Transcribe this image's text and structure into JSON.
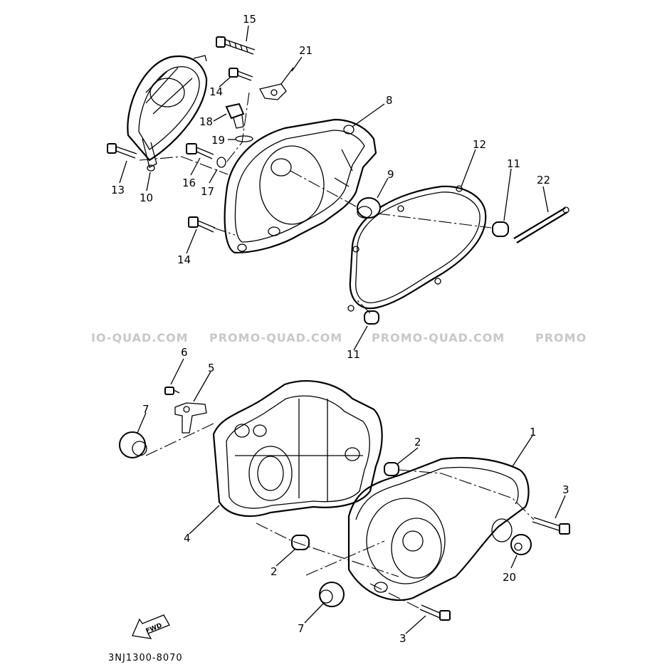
{
  "diagram": {
    "code": "3NJ1300-8070",
    "fwd_label": "FWD",
    "watermark": [
      "IO-QUAD.COM",
      "PROMO-QUAD.COM",
      "PROMO-QUAD.COM",
      "PROMO"
    ],
    "parts": [
      {
        "id": "p15",
        "label": "15"
      },
      {
        "id": "p21",
        "label": "21"
      },
      {
        "id": "p14a",
        "label": "14"
      },
      {
        "id": "p8",
        "label": "8"
      },
      {
        "id": "p18",
        "label": "18"
      },
      {
        "id": "p19",
        "label": "19"
      },
      {
        "id": "p13",
        "label": "13"
      },
      {
        "id": "p10",
        "label": "10"
      },
      {
        "id": "p16",
        "label": "16"
      },
      {
        "id": "p17",
        "label": "17"
      },
      {
        "id": "p9",
        "label": "9"
      },
      {
        "id": "p12",
        "label": "12"
      },
      {
        "id": "p11a",
        "label": "11"
      },
      {
        "id": "p22",
        "label": "22"
      },
      {
        "id": "p14b",
        "label": "14"
      },
      {
        "id": "p11b",
        "label": "11"
      },
      {
        "id": "p6",
        "label": "6"
      },
      {
        "id": "p5",
        "label": "5"
      },
      {
        "id": "p7a",
        "label": "7"
      },
      {
        "id": "p1",
        "label": "1"
      },
      {
        "id": "p2a",
        "label": "2"
      },
      {
        "id": "p3a",
        "label": "3"
      },
      {
        "id": "p4",
        "label": "4"
      },
      {
        "id": "p2b",
        "label": "2"
      },
      {
        "id": "p20",
        "label": "20"
      },
      {
        "id": "p7b",
        "label": "7"
      },
      {
        "id": "p3b",
        "label": "3"
      }
    ]
  }
}
